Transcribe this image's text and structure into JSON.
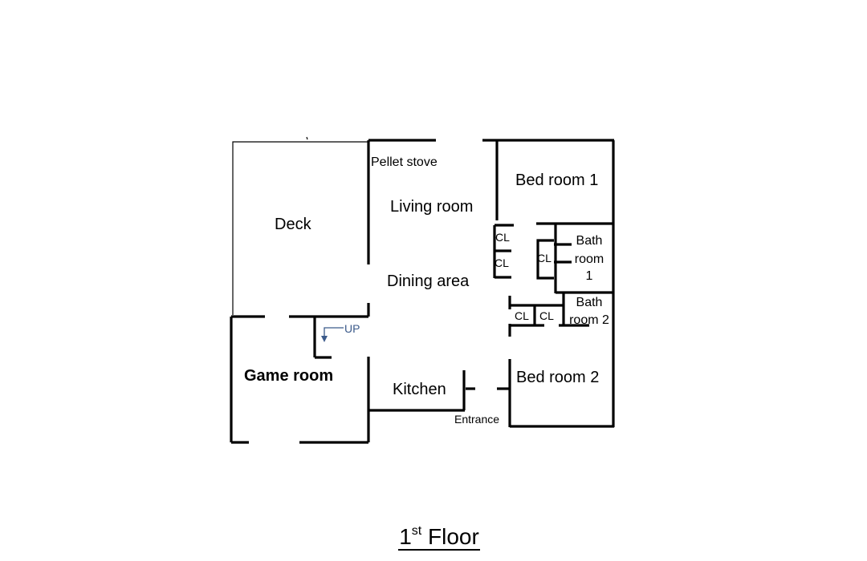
{
  "rooms": {
    "deck": "Deck",
    "pellet_stove": "Pellet stove",
    "living_room": "Living room",
    "dining_area": "Dining area",
    "bedroom1": "Bed room 1",
    "bedroom2": "Bed room 2",
    "bathroom1": [
      "Bath",
      "room",
      "1"
    ],
    "bathroom2": [
      "Bath",
      "room 2"
    ],
    "closet": "CL",
    "stairs_up": "UP",
    "game_room": "Game room",
    "kitchen": "Kitchen",
    "entrance": "Entrance"
  },
  "title": {
    "number": "1",
    "suffix": "st",
    "word": "Floor"
  },
  "colors": {
    "walls": "#000000",
    "stairs_arrow": "#3b5a8a"
  }
}
